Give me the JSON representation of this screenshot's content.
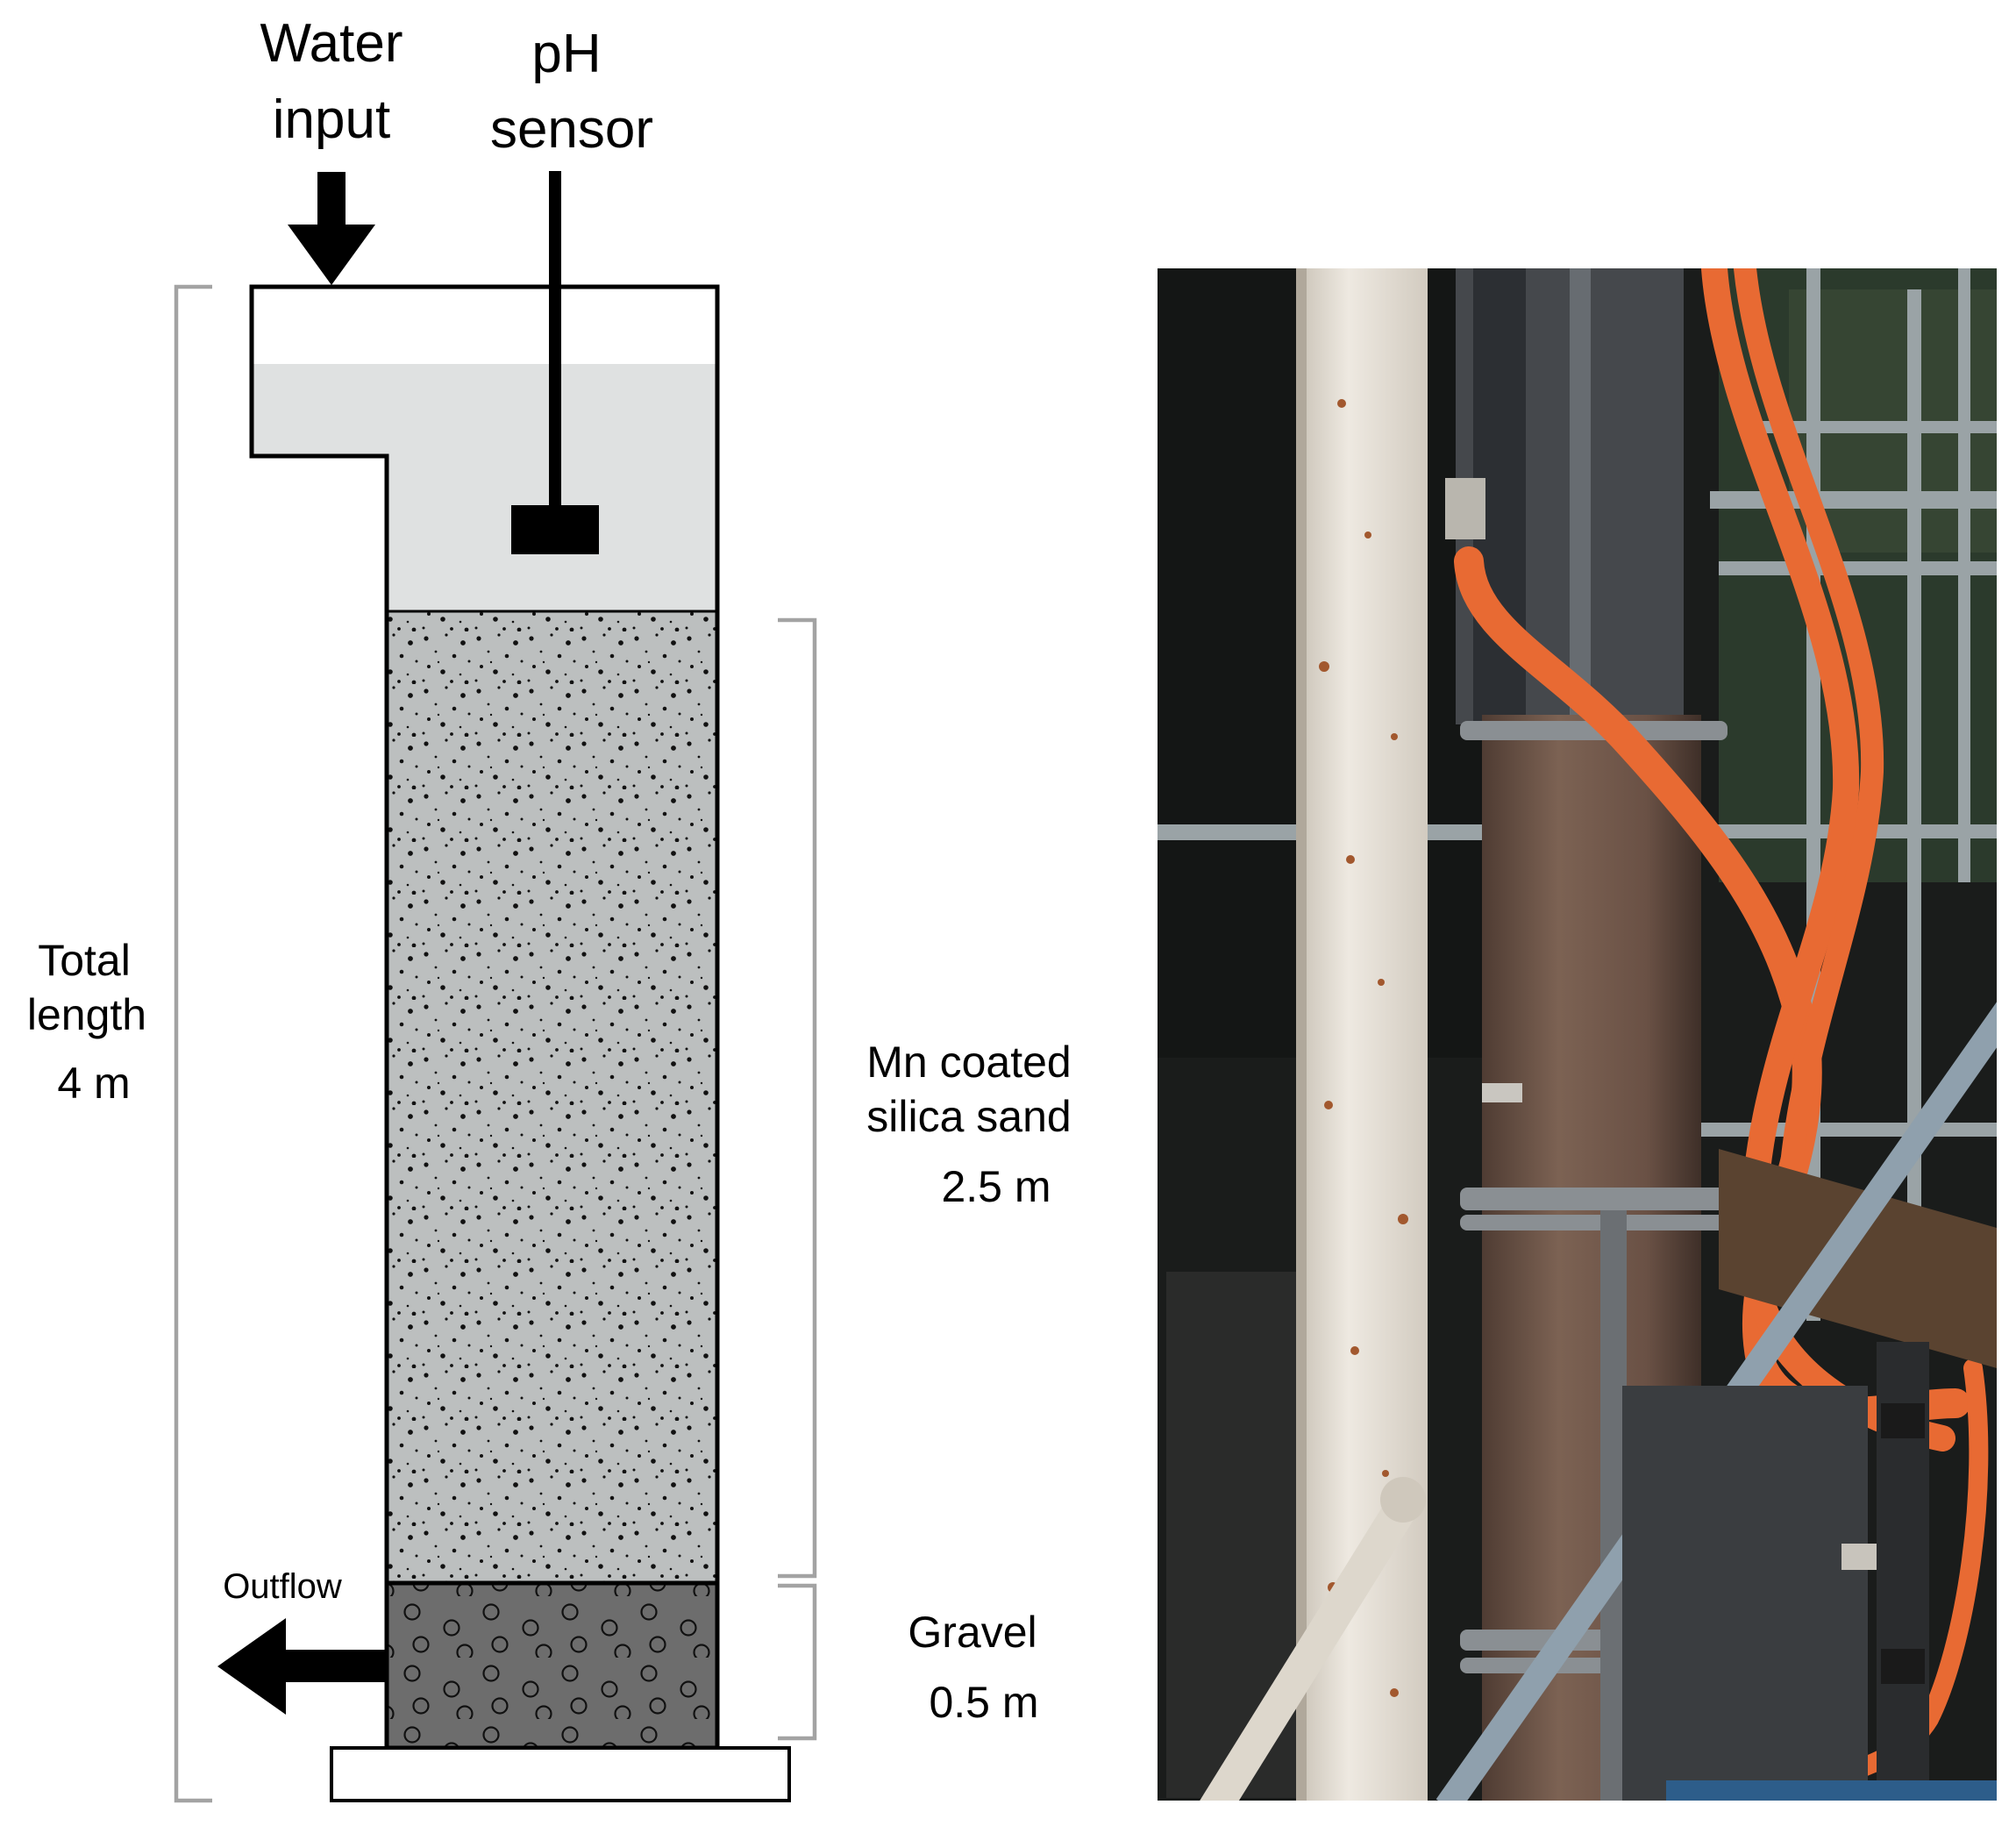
{
  "labels": {
    "water_input_line1": "Water",
    "water_input_line2": "input",
    "ph_sensor_line1": "pH",
    "ph_sensor_line2": "sensor",
    "total_length_line1": "Total",
    "total_length_line2": "length",
    "total_length_value": "4 m",
    "sand_line1": "Mn coated",
    "sand_line2": "silica sand",
    "sand_value": "2.5 m",
    "gravel_line1": "Gravel",
    "gravel_value": "0.5 m",
    "outflow": "Outflow"
  },
  "colors": {
    "water": "#dfe1e1",
    "sand": "#bcbfbf",
    "gravel": "#6d6d6d",
    "bracket": "#a3a3a3",
    "photo_pipe": "#6f5648",
    "photo_hose": "#e86a33",
    "photo_frame": "#e6e1d9"
  },
  "icons": {
    "water_input_arrow": "arrow-down-icon",
    "outflow_arrow": "arrow-left-icon",
    "ph_sensor_probe": "ph-probe-icon"
  }
}
